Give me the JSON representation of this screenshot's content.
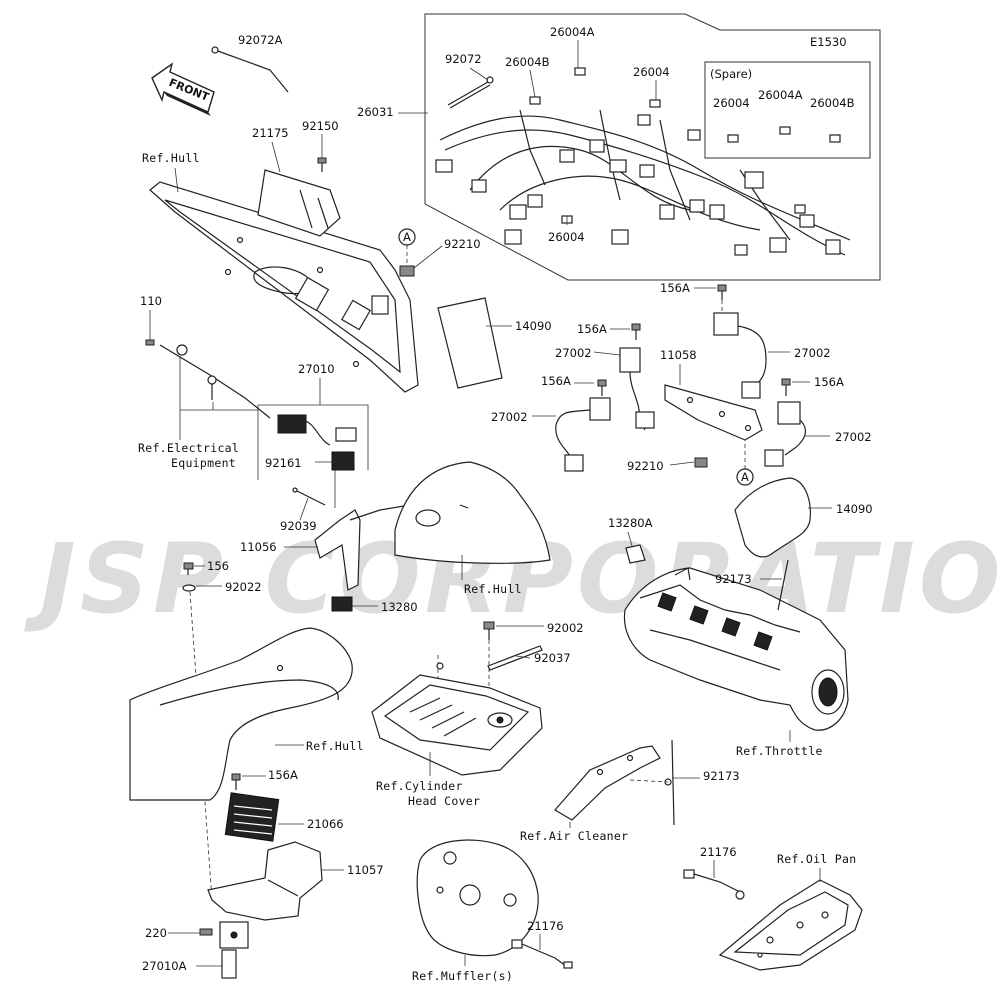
{
  "diagram_code": "E1530",
  "front_label": "FRONT",
  "spare_label": "(Spare)",
  "watermark": "JSP CORPORATION",
  "callout_letter": "A",
  "part_numbers": {
    "p92072A": "92072A",
    "p21175": "21175",
    "p92150": "92150",
    "p92072": "92072",
    "p26004B": "26004B",
    "p26004A": "26004A",
    "p26004_top": "26004",
    "p26031": "26031",
    "p26004_bottom": "26004",
    "spare_26004": "26004",
    "spare_26004A": "26004A",
    "spare_26004B": "26004B",
    "p92210_upper": "92210",
    "p110": "110",
    "p14090_upper": "14090",
    "p156A_1": "156A",
    "p156A_2": "156A",
    "p27002_1": "27002",
    "p11058": "11058",
    "p27002_2": "27002",
    "p156A_3": "156A",
    "p156A_4": "156A",
    "p27002_3": "27002",
    "p27002_4": "27002",
    "p92210_lower": "92210",
    "p27010": "27010",
    "p92161": "92161",
    "p92039": "92039",
    "p11056": "11056",
    "p156": "156",
    "p92022": "92022",
    "p13280": "13280",
    "p13280A": "13280A",
    "p14090_lower": "14090",
    "p92173_upper": "92173",
    "p92002": "92002",
    "p92037": "92037",
    "p156A_5": "156A",
    "p21066": "21066",
    "p11057": "11057",
    "p92173_lower": "92173",
    "p21176_1": "21176",
    "p21176_2": "21176",
    "p220": "220",
    "p27010A": "27010A"
  },
  "references": {
    "hull_top": "Ref.Hull",
    "electrical_1": "Ref.Electrical",
    "electrical_2": "Equipment",
    "hull_mid": "Ref.Hull",
    "hull_low": "Ref.Hull",
    "throttle": "Ref.Throttle",
    "cyl_head_1": "Ref.Cylinder",
    "cyl_head_2": "Head Cover",
    "air_cleaner": "Ref.Air Cleaner",
    "oil_pan": "Ref.Oil Pan",
    "muffler": "Ref.Muffler(s)"
  }
}
